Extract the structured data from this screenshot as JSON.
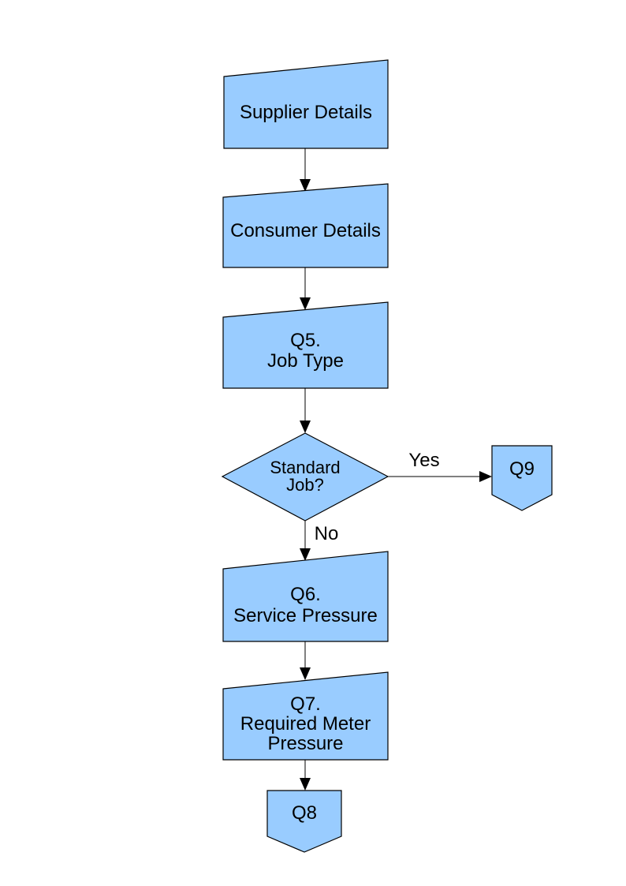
{
  "colors": {
    "shape_fill": "#99CCFF",
    "shape_border": "#000000",
    "connector": "#000000",
    "text_color": "#000000",
    "page_background": "#FFFFFF"
  },
  "diagram": {
    "type": "flowchart",
    "nodes": {
      "supplier": {
        "shape": "manual-input",
        "label": "Supplier Details"
      },
      "consumer": {
        "shape": "manual-input",
        "label": "Consumer Details"
      },
      "q5": {
        "shape": "manual-input",
        "lines": [
          "Q5.",
          "Job Type"
        ]
      },
      "decision": {
        "shape": "decision",
        "lines": [
          "Standard",
          "Job?"
        ]
      },
      "q9": {
        "shape": "off-page-connector",
        "label": "Q9"
      },
      "q6": {
        "shape": "manual-input",
        "lines": [
          "Q6.",
          "Service Pressure"
        ]
      },
      "q7": {
        "shape": "manual-input",
        "lines": [
          "Q7.",
          "Required Meter",
          "Pressure"
        ]
      },
      "q8": {
        "shape": "off-page-connector",
        "label": "Q8"
      }
    },
    "edge_labels": {
      "yes": "Yes",
      "no": "No"
    }
  }
}
